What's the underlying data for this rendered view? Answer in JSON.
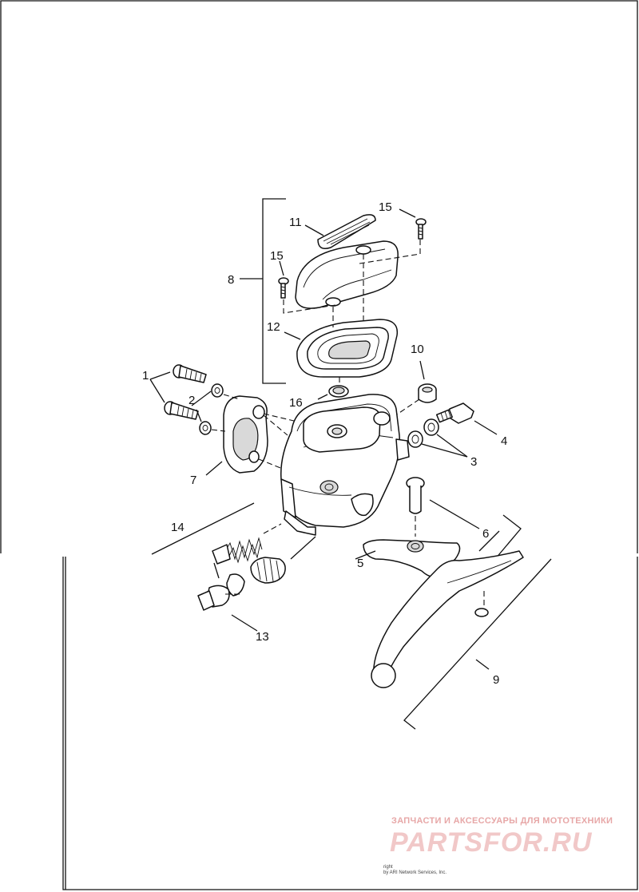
{
  "callouts": {
    "c1": "1",
    "c2": "2",
    "c3": "3",
    "c4": "4",
    "c5": "5",
    "c6": "6",
    "c7": "7",
    "c8": "8",
    "c9": "9",
    "c10": "10",
    "c11": "11",
    "c12": "12",
    "c13": "13",
    "c14": "14",
    "c15a": "15",
    "c15b": "15",
    "c16": "16"
  },
  "watermark": {
    "tagline": "ЗАПЧАСТИ И АКСЕССУАРЫ ДЛЯ МОТОТЕХНИКИ",
    "logo": "PARTSFOR.RU"
  },
  "copyright": {
    "line1": "right",
    "line2": "by ARI Network Services, Inc."
  }
}
